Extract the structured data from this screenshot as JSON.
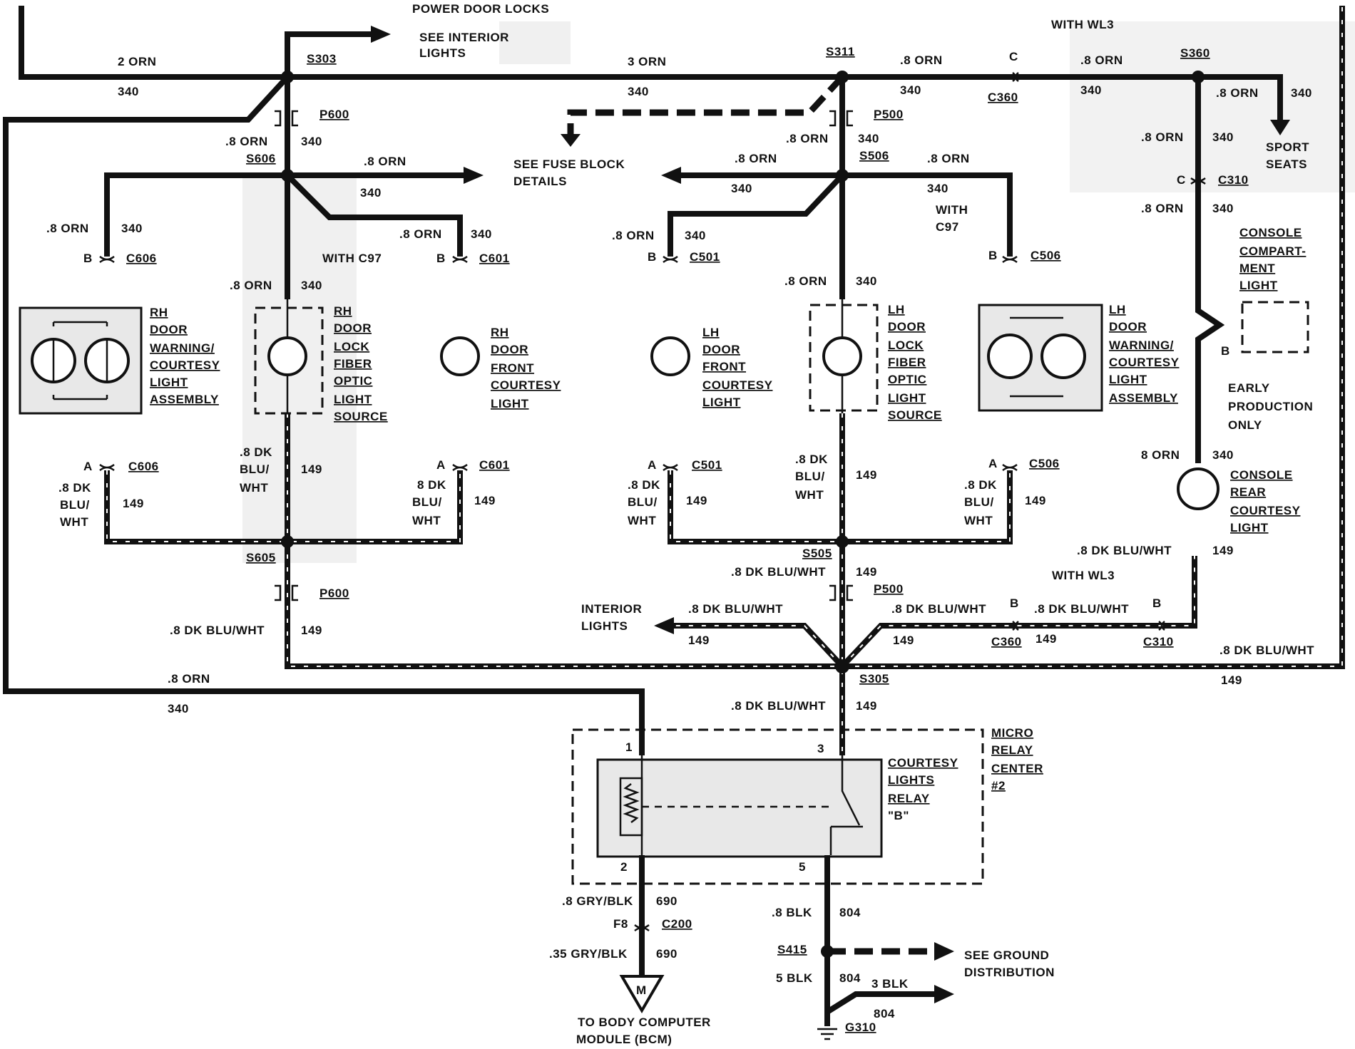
{
  "colors": {
    "wire": "#111111",
    "background": "#ffffff",
    "shade": "#e8e8e8"
  },
  "labels": {
    "power_door_locks": "POWER DOOR LOCKS",
    "see_interior_lights_1": "SEE INTERIOR",
    "see_interior_lights_2": "LIGHTS",
    "with_wl3_top": "WITH WL3",
    "with_wl3_mid": "WITH WL3",
    "sport_seats_1": "SPORT",
    "sport_seats_2": "SEATS",
    "see_fuse_block_1": "SEE FUSE BLOCK",
    "see_fuse_block_2": "DETAILS",
    "with_c97_rh": "WITH C97",
    "with_c97_lh_1": "WITH",
    "with_c97_lh_2": "C97",
    "interior_lights_1": "INTERIOR",
    "interior_lights_2": "LIGHTS",
    "early_prod_1": "EARLY",
    "early_prod_2": "PRODUCTION",
    "early_prod_3": "ONLY",
    "see_ground_1": "SEE GROUND",
    "see_ground_2": "DISTRIBUTION",
    "to_bcm_1": "TO BODY COMPUTER",
    "to_bcm_2": "MODULE (BCM)",
    "bcm_symbol": "M"
  },
  "splices": {
    "s303": "S303",
    "s311": "S311",
    "s360": "S360",
    "s606": "S606",
    "s506": "S506",
    "s605": "S605",
    "s505": "S505",
    "s305": "S305",
    "s415": "S415"
  },
  "connectors": {
    "p600a": "P600",
    "p500a": "P500",
    "p600b": "P600",
    "p500b": "P500",
    "c360a": "C360",
    "c360b": "C360",
    "c310a": "C310",
    "c310b": "C310",
    "c606a": "C606",
    "c606b": "C606",
    "c601a": "C601",
    "c601b": "C601",
    "c501a": "C501",
    "c501b": "C501",
    "c506a": "C506",
    "c506b": "C506",
    "c200": "C200",
    "g310": "G310",
    "pin_b": "B",
    "pin_a": "A",
    "pin_c": "C",
    "pin_f8": "F8",
    "pin_1": "1",
    "pin_2": "2",
    "pin_3": "3",
    "pin_5": "5"
  },
  "wires": {
    "orn2": "2 ORN",
    "orn3": "3 ORN",
    "orn8": ".8 ORN",
    "orn8b": "8 ORN",
    "c340": "340",
    "dkblu": ".8 DK BLU/WHT",
    "c149": "149",
    "dk_1": ".8 DK",
    "dk_1b": "8 DK",
    "dk_2": "BLU/",
    "dk_3": "WHT",
    "gry": ".8 GRY/BLK",
    "gry35": ".35 GRY/BLK",
    "c690": "690",
    "blk8": ".8 BLK",
    "blk5": "5 BLK",
    "blk3": "3 BLK",
    "c804": "804"
  },
  "components": {
    "rh_assy": [
      "RH",
      "DOOR",
      "WARNING/",
      "COURTESY",
      "LIGHT",
      "ASSEMBLY"
    ],
    "rh_fiber": [
      "RH",
      "DOOR",
      "LOCK",
      "FIBER",
      "OPTIC",
      "LIGHT",
      "SOURCE"
    ],
    "rh_front": [
      "RH",
      "DOOR",
      "FRONT",
      "COURTESY",
      "LIGHT"
    ],
    "lh_front": [
      "LH",
      "DOOR",
      "FRONT",
      "COURTESY",
      "LIGHT"
    ],
    "lh_fiber": [
      "LH",
      "DOOR",
      "LOCK",
      "FIBER",
      "OPTIC",
      "LIGHT",
      "SOURCE"
    ],
    "lh_assy": [
      "LH",
      "DOOR",
      "WARNING/",
      "COURTESY",
      "LIGHT",
      "ASSEMBLY"
    ],
    "console_compart": [
      "CONSOLE",
      "COMPART-",
      "MENT",
      "LIGHT"
    ],
    "console_rear": [
      "CONSOLE",
      "REAR",
      "COURTESY",
      "LIGHT"
    ],
    "relay": [
      "COURTESY",
      "LIGHTS",
      "RELAY",
      "\"B\""
    ],
    "micro_relay": [
      "MICRO",
      "RELAY",
      "CENTER",
      "#2"
    ]
  }
}
